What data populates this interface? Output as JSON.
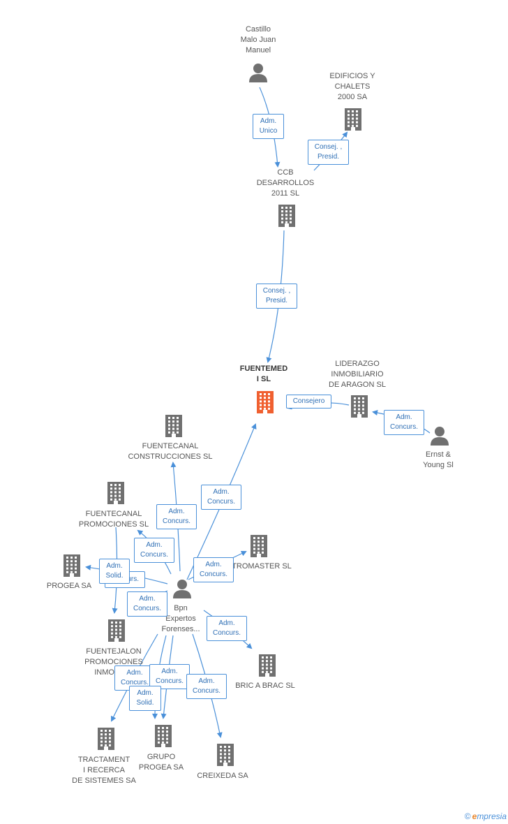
{
  "nodes": {
    "castillo": {
      "label": "Castillo\nMalo Juan\nManuel",
      "type": "person"
    },
    "edificios": {
      "label": "EDIFICIOS Y\nCHALETS\n2000 SA",
      "type": "company"
    },
    "ccb": {
      "label": "CCB\nDESARROLLOS\n2011  SL",
      "type": "company"
    },
    "fuentemed": {
      "label": "FUENTEMED\nI SL",
      "type": "company-focus"
    },
    "liderazgo": {
      "label": "LIDERAZGO\nINMOBILIARIO\nDE ARAGON  SL",
      "type": "company"
    },
    "ernst": {
      "label": "Ernst &\nYoung Sl",
      "type": "person"
    },
    "fc_construcciones": {
      "label": "FUENTECANAL\nCONSTRUCCIONES SL",
      "type": "company"
    },
    "fc_promociones": {
      "label": "FUENTECANAL\nPROMOCIONES SL",
      "type": "company"
    },
    "tromaster": {
      "label": "TROMASTER SL",
      "type": "company"
    },
    "progea": {
      "label": "PROGEA SA",
      "type": "company"
    },
    "bpn": {
      "label": "Bpn\nExpertos\nForenses...",
      "type": "person"
    },
    "fuentejalon": {
      "label": "FUENTEJALON\nPROMOCIONES\nINMOBILIA",
      "type": "company"
    },
    "bric": {
      "label": "BRIC A BRAC SL",
      "type": "company"
    },
    "tractament": {
      "label": "TRACTAMENT\nI RECERCA\nDE SISTEMES SA",
      "type": "company"
    },
    "grupo_progea": {
      "label": "GRUPO\nPROGEA SA",
      "type": "company"
    },
    "creixeda": {
      "label": "CREIXEDA SA",
      "type": "company"
    }
  },
  "edge_labels": {
    "e1": "Adm.\nUnico",
    "e2": "Consej. ,\nPresid.",
    "e3": "Consej. ,\nPresid.",
    "e4": "Consejero",
    "e5": "Adm.\nConcurs.",
    "e6": "Adm.\nConcurs.",
    "e7": "Adm.\nConcurs.",
    "e8": "Adm.\nConcurs.",
    "e9": "Adm.\nConcurs.",
    "e10": "Adm.\nSolid.",
    "e10b": "Concurs.",
    "e11": "Adm.\nConcurs.",
    "e12": "Adm.\nConcurs.",
    "e13": "Adm.\nConcurs.",
    "e14": "Adm.\nConcurs.",
    "e15": "Adm.\nSolid.",
    "e16": "Adm.\nConcurs."
  },
  "colors": {
    "edge": "#4a90d9",
    "icon": "#707070",
    "focus": "#f06030"
  },
  "footer": {
    "copyright": "©",
    "brand_first": "e",
    "brand_rest": "mpresia"
  }
}
